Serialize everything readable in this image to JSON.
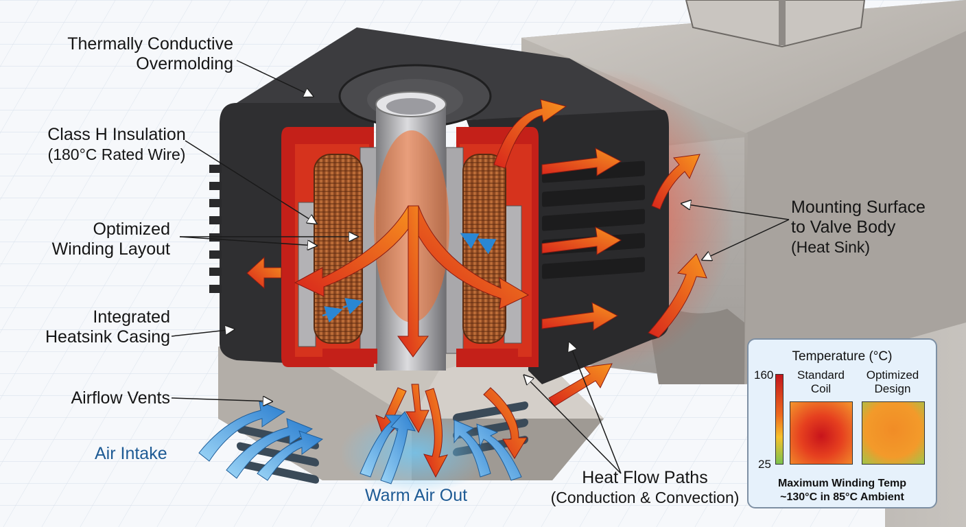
{
  "labels": {
    "overmolding": [
      "Thermally Conductive",
      "Overmolding"
    ],
    "insulation": [
      "Class H Insulation",
      "(180°C Rated Wire)"
    ],
    "winding": [
      "Optimized",
      "Winding Layout"
    ],
    "heatsink_casing": [
      "Integrated",
      "Heatsink Casing"
    ],
    "airflow_vents": "Airflow Vents",
    "air_intake": "Air Intake",
    "warm_air_out": "Warm Air Out",
    "heat_flow": [
      "Heat Flow Paths",
      "(Conduction & Convection)"
    ],
    "mounting": [
      "Mounting Surface",
      "to Valve Body",
      "(Heat Sink)"
    ]
  },
  "legend": {
    "title": "Temperature (°C)",
    "scale_max": "160",
    "scale_min": "25",
    "standard": [
      "Standard",
      "Coil"
    ],
    "optimized": [
      "Optimized",
      "Design"
    ],
    "note": [
      "Maximum Winding Temp",
      "~130°C in 85°C Ambient"
    ]
  },
  "colors": {
    "heat": "#e2271c",
    "heat_light": "#f8941f",
    "cool": "#2f8fd8",
    "casing": "#2b2b2d",
    "copper": "#b56532",
    "metal": "#b9b5b0"
  }
}
